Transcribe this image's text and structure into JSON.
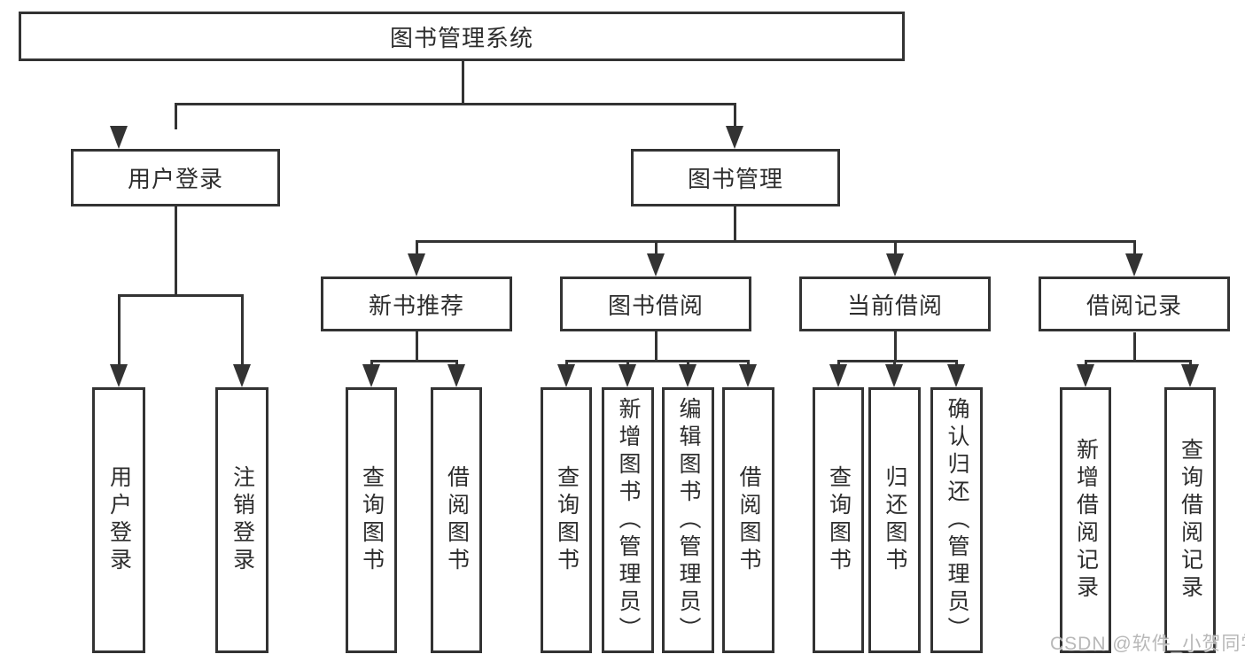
{
  "diagram": {
    "root": {
      "label": "图书管理系统",
      "children": [
        {
          "label": "用户登录",
          "children": [
            {
              "label": "用户登录"
            },
            {
              "label": "注销登录"
            }
          ]
        },
        {
          "label": "图书管理",
          "children": [
            {
              "label": "新书推荐",
              "children": [
                {
                  "label": "查询图书"
                },
                {
                  "label": "借阅图书"
                }
              ]
            },
            {
              "label": "图书借阅",
              "children": [
                {
                  "label": "查询图书"
                },
                {
                  "label": "新增图书（管理员）"
                },
                {
                  "label": "编辑图书（管理员）"
                },
                {
                  "label": "借阅图书"
                }
              ]
            },
            {
              "label": "当前借阅",
              "children": [
                {
                  "label": "查询图书"
                },
                {
                  "label": "归还图书"
                },
                {
                  "label": "确认归还（管理员）"
                }
              ]
            },
            {
              "label": "借阅记录",
              "children": [
                {
                  "label": "新增借阅记录"
                },
                {
                  "label": "查询借阅记录"
                }
              ]
            }
          ]
        }
      ]
    }
  },
  "watermark": {
    "text": "CSDN @软件_小贺同学"
  },
  "colors": {
    "line": "#333333",
    "text": "#2d2d2d",
    "background": "#ffffff",
    "watermark": "#b2b2b2"
  }
}
